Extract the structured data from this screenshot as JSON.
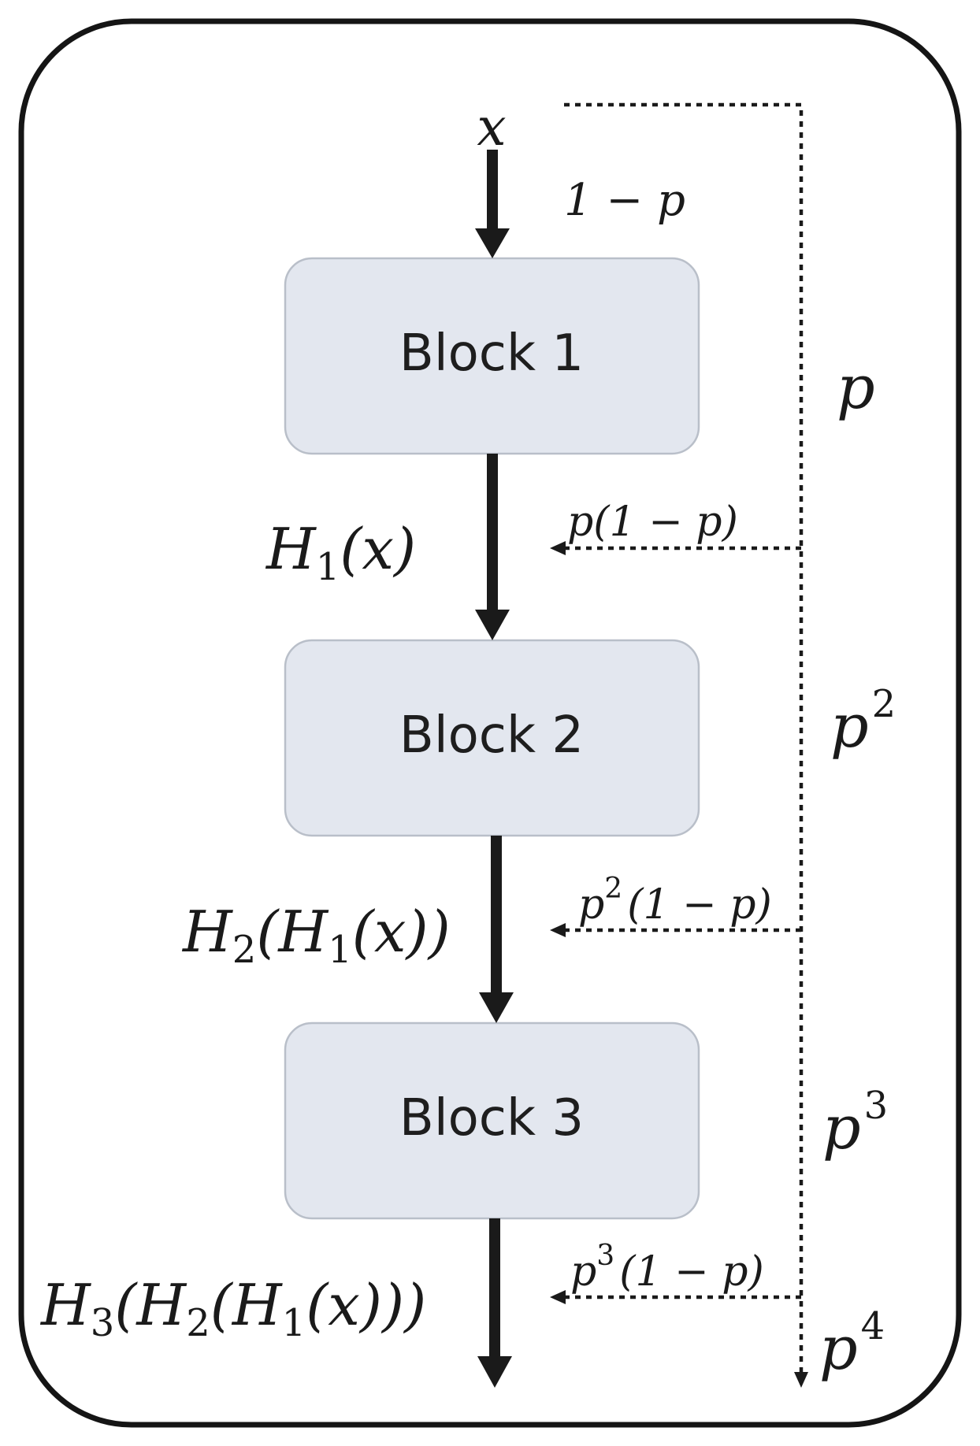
{
  "blocks": [
    {
      "label": "Block 1"
    },
    {
      "label": "Block 2"
    },
    {
      "label": "Block 3"
    }
  ],
  "input": "x",
  "input_prob": "1 − p",
  "skip_probs": {
    "p1": "p",
    "p2_base": "p",
    "p2_exp": "2",
    "p3_base": "p",
    "p3_exp": "3",
    "p4_base": "p",
    "p4_exp": "4"
  },
  "branch_probs": {
    "b1": "p(1 − p)",
    "b2_base": "p",
    "b2_exp": "2",
    "b2_rest": "(1 − p)",
    "b3_base": "p",
    "b3_exp": "3",
    "b3_rest": "(1 − p)"
  },
  "outputs": {
    "h1_main": "H",
    "h1_sub": "1",
    "h1_rest": "(x)",
    "h2_a": "H",
    "h2_a_sub": "2",
    "h2_b": "(H",
    "h2_b_sub": "1",
    "h2_rest": "(x))",
    "h3_a": "H",
    "h3_a_sub": "3",
    "h3_b": "(H",
    "h3_b_sub": "2",
    "h3_c": "(H",
    "h3_c_sub": "1",
    "h3_rest": "(x)))"
  }
}
